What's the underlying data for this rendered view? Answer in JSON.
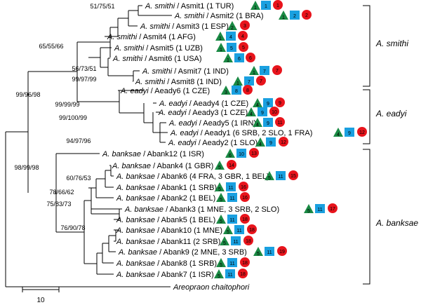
{
  "tree": {
    "leaves": [
      {
        "genus": "A. smithi",
        "label": " / Asmit1 (1 TUR)",
        "tri": "1",
        "sq": "1",
        "ci": "1"
      },
      {
        "genus": "A. smithi",
        "label": " / Asmit2 (1 BRA)",
        "tri": "1",
        "sq": "2",
        "ci": "2"
      },
      {
        "genus": "A. smithi",
        "label": " / Asmit3 (1 ESP)",
        "tri": "2",
        "sq": "",
        "ci": "3"
      },
      {
        "genus": "A. smithi",
        "label": " / Asmit4 (1 AFG)",
        "tri": "1",
        "sq": "4",
        "ci": "4"
      },
      {
        "genus": "A. smithi",
        "label": " / Asmit5 (1 UZB)",
        "tri": "1",
        "sq": "5",
        "ci": "5"
      },
      {
        "genus": "A. smithi",
        "label": " / Asmit6 (1 USA)",
        "tri": "1",
        "sq": "6",
        "ci": "6"
      },
      {
        "genus": "A. smithi",
        "label": " / Asmit7 (1 IND)",
        "tri": "1",
        "sq": "7",
        "ci": "7"
      },
      {
        "genus": "A. smithi",
        "label": " / Asmit8 (1 IND)",
        "tri": "1",
        "sq": "7",
        "ci": "7"
      },
      {
        "genus": "A. eadyi",
        "label": " / Aeady6 (1 CZE)",
        "tri": "3",
        "sq": "8",
        "ci": "8"
      },
      {
        "genus": "A. eadyi",
        "label": " / Aeady4 (1 CZE)",
        "tri": "4",
        "sq": "9",
        "ci": "9"
      },
      {
        "genus": "A. eadyi",
        "label": " / Aeady3 (1 CZE)",
        "tri": "4",
        "sq": "9",
        "ci": "10"
      },
      {
        "genus": "A. eadyi",
        "label": " / Aeady5 (1 IRN)",
        "tri": "4",
        "sq": "9",
        "ci": "11"
      },
      {
        "genus": "A. eadyi",
        "label": " / Aeady1 (6 SRB, 2 SLO, 1 FRA)",
        "tri": "4",
        "sq": "9",
        "ci": "12"
      },
      {
        "genus": "A. eadyi",
        "label": " / Aeady2 (1 SLO)",
        "tri": "4",
        "sq": "9",
        "ci": "12"
      },
      {
        "genus": "A. banksae",
        "label": " / Abank12 (1 ISR)",
        "tri": "6",
        "sq": "10",
        "ci": "13"
      },
      {
        "genus": "A. banksae",
        "label": " / Abank4 (1 GBR)",
        "tri": "5",
        "sq": "",
        "ci": "14"
      },
      {
        "genus": "A. banksae",
        "label": " / Abank6 (4 FRA, 3 GBR, 1 BEL)",
        "tri": "5",
        "sq": "11",
        "ci": "15"
      },
      {
        "genus": "A. banksae",
        "label": " / Abank1 (1 SRB)",
        "tri": "5",
        "sq": "11",
        "ci": "16"
      },
      {
        "genus": "A. banksae",
        "label": " / Abank2 (1 BEL)",
        "tri": "5",
        "sq": "11",
        "ci": "16"
      },
      {
        "genus": "A. banksae",
        "label": " / Abank3 (1 MNE, 3 SRB, 2 SLO)",
        "tri": "5",
        "sq": "11",
        "ci": "17"
      },
      {
        "genus": "A. banksae",
        "label": " / Abank5 (1 BEL)",
        "tri": "5",
        "sq": "11",
        "ci": "18"
      },
      {
        "genus": "A. banksae",
        "label": " / Abank10 (1 MNE)",
        "tri": "5",
        "sq": "11",
        "ci": "18"
      },
      {
        "genus": "A. banksae",
        "label": " / Abank11 (2 SRB)",
        "tri": "5",
        "sq": "11",
        "ci": "18"
      },
      {
        "genus": "A. banksae",
        "label": " / Abank9 (2 MNE, 3 SRB)",
        "tri": "5",
        "sq": "11",
        "ci": "19"
      },
      {
        "genus": "A. banksae",
        "label": " / Abank8 (1 SRB)",
        "tri": "5",
        "sq": "11",
        "ci": "18"
      },
      {
        "genus": "A. banksae",
        "label": " / Abank7 (1 ISR)",
        "tri": "5",
        "sq": "11",
        "ci": "18"
      },
      {
        "genus": "Areopraon chaitophori",
        "label": "",
        "tri": "",
        "sq": "",
        "ci": ""
      }
    ],
    "supports": [
      {
        "text": "51/75/51"
      },
      {
        "text": "65/55/66"
      },
      {
        "text": "56/73/51"
      },
      {
        "text": "99/97/99"
      },
      {
        "text": "99/96/98"
      },
      {
        "text": "99/99/99"
      },
      {
        "text": "99/100/99"
      },
      {
        "text": "94/97/96"
      },
      {
        "text": "98/99/98"
      },
      {
        "text": "60/76/53"
      },
      {
        "text": "78/66/62"
      },
      {
        "text": "75/83/73"
      },
      {
        "text": "76/90/78"
      }
    ],
    "clades": [
      {
        "name": "A. smithi"
      },
      {
        "name": "A. eadyi"
      },
      {
        "name": "A. banksae"
      }
    ],
    "scale_label": "10",
    "colors": {
      "triangle": "#1a8a44",
      "square": "#1aa0e0",
      "circle": "#e8141c",
      "line": "#000000"
    }
  }
}
